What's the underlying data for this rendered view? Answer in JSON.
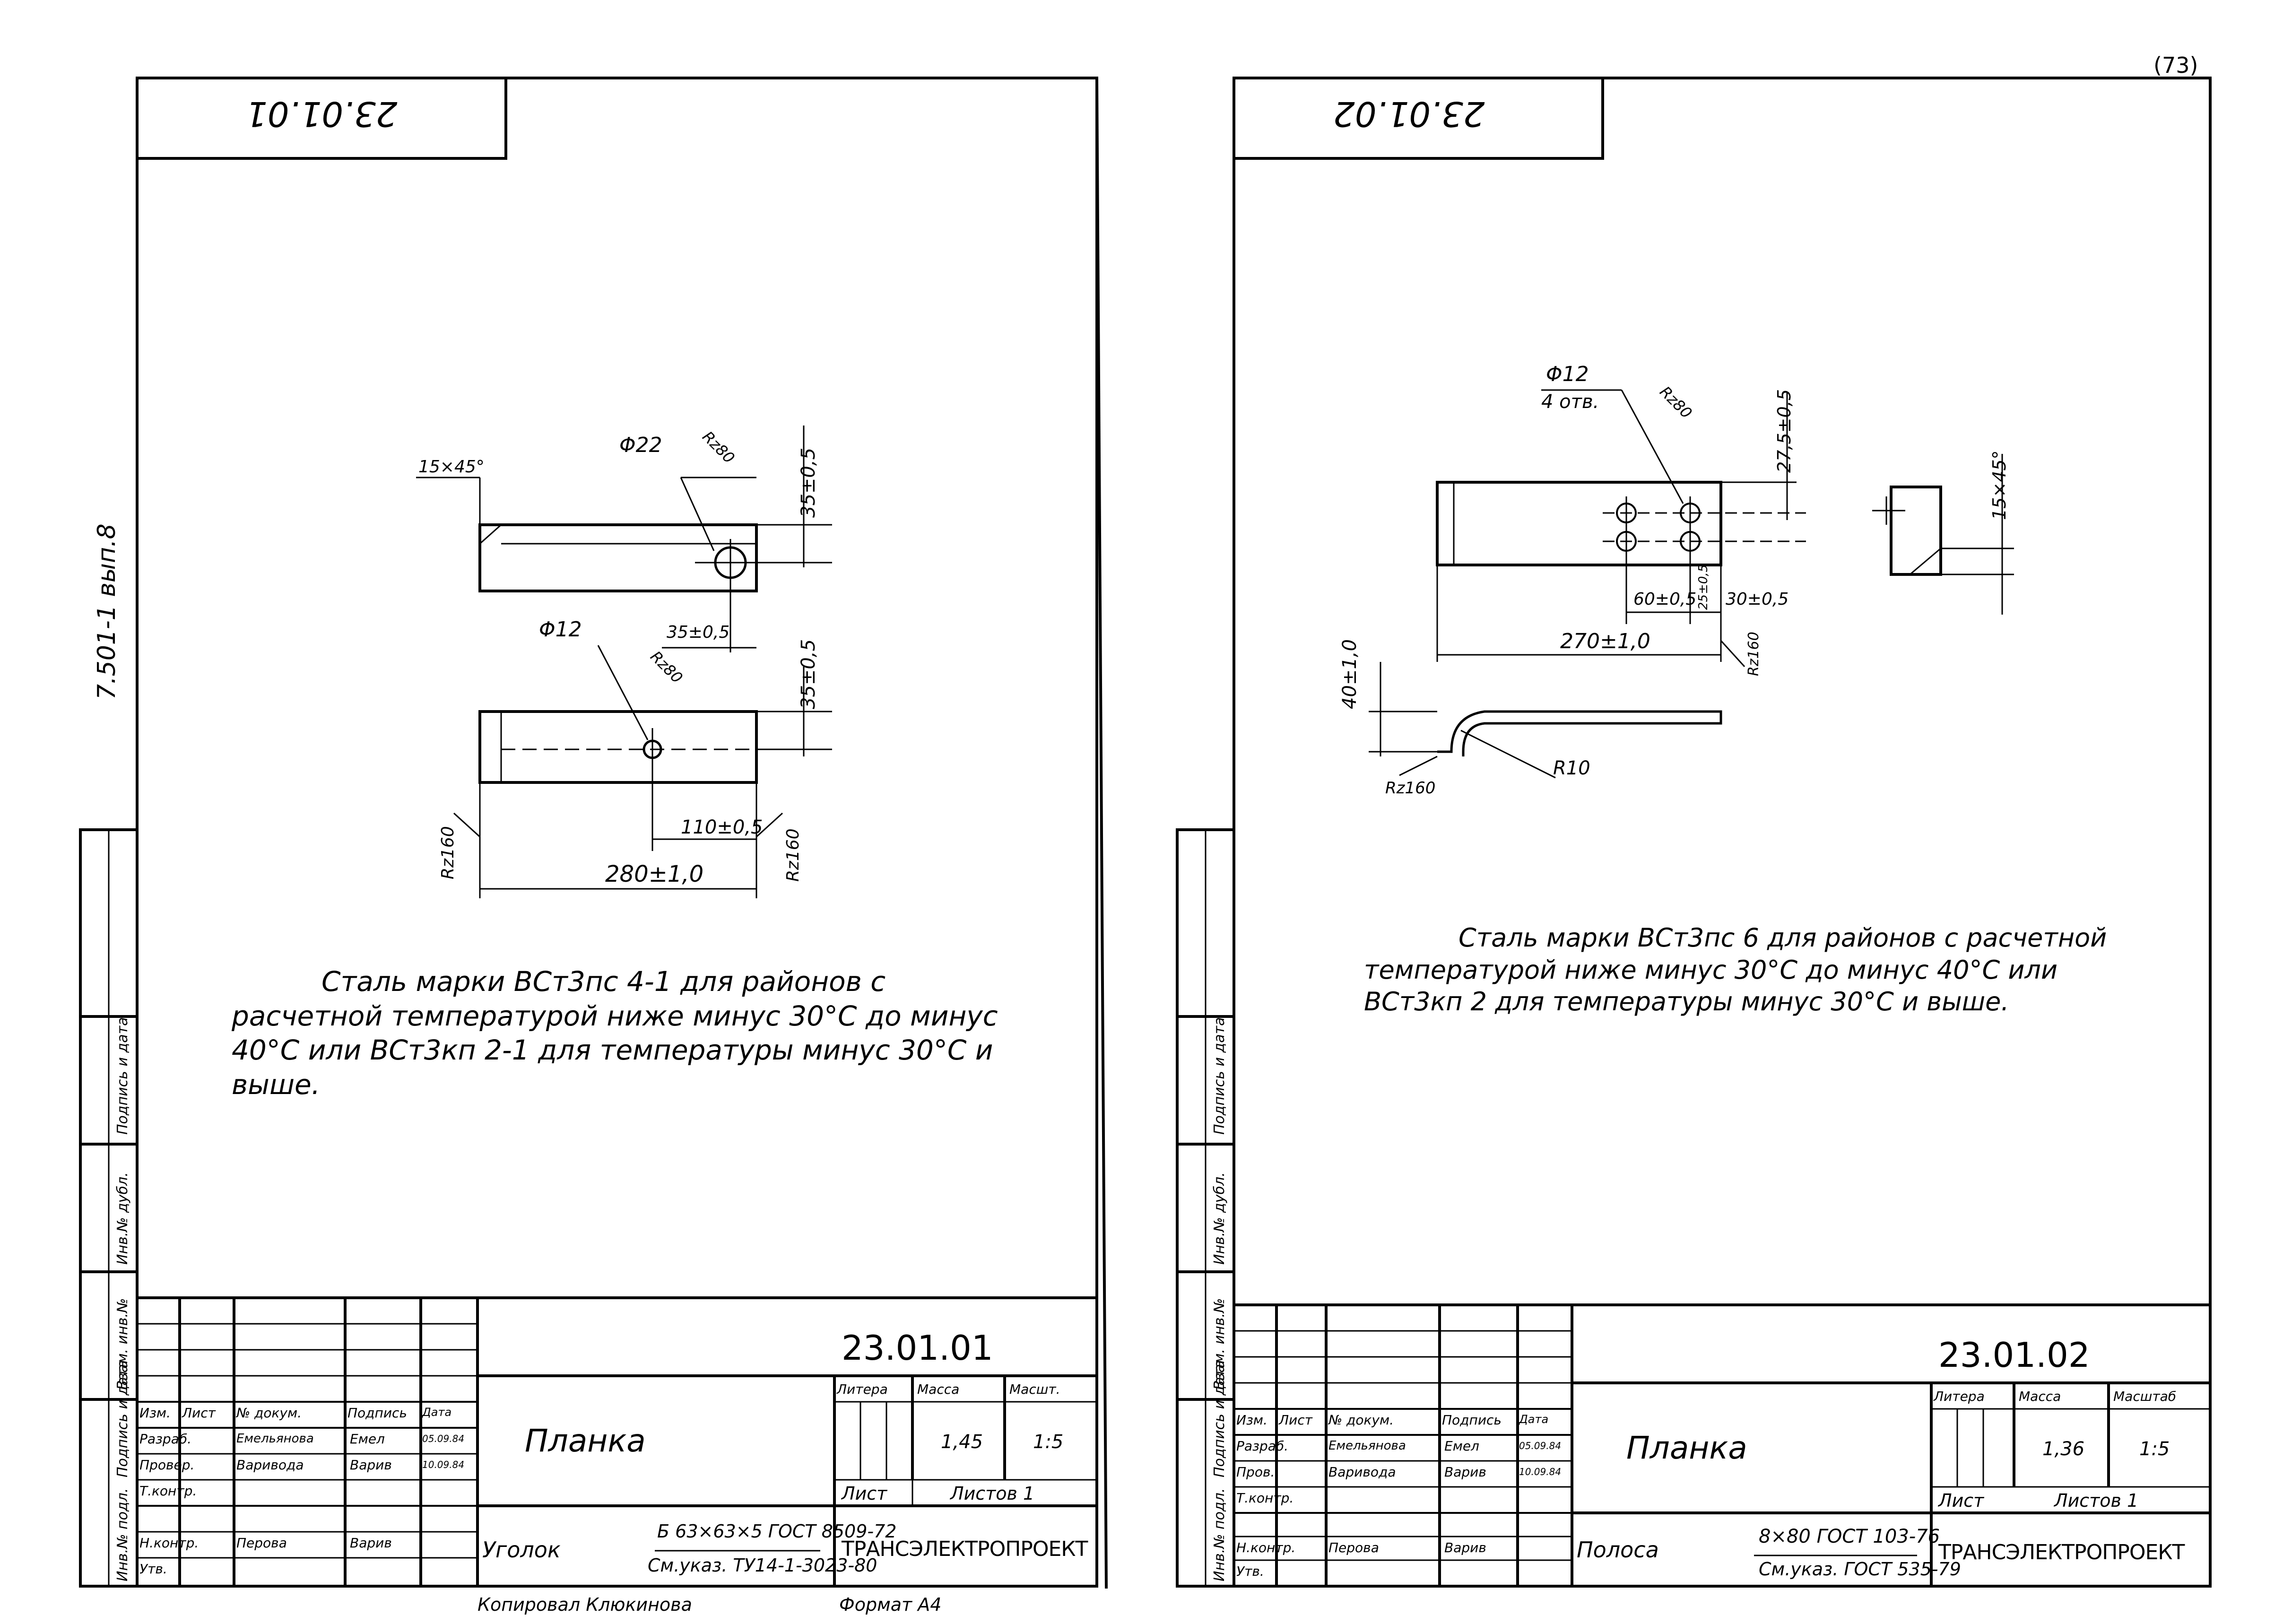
{
  "page_no": "(73)",
  "side_margin": {
    "text": "7.501-1 вып.8"
  },
  "sheets": [
    {
      "corner_code": "23.01.01",
      "drawing": {
        "chamfer": "15×45°",
        "hole_large": "Φ22",
        "hole_small": "Φ12",
        "rz_hole_top": "Rz80",
        "rz_hole_bottom": "Rz80",
        "dim_35_top": "35±0,5",
        "dim_35_horiz": "35±0,5",
        "dim_35_bottom": "35±0,5",
        "dim_110": "110±0,5",
        "dim_280": "280±1,0",
        "rz_left": "Rz160",
        "rz_right": "Rz160"
      },
      "note": "Сталь марки ВСт3пс 4-1 для районов с расчетной температурой ниже минус 30°С до минус 40°С или ВСт3кп 2-1 для температуры минус 30°С и выше.",
      "stamp": {
        "code": "23.01.01",
        "title": "Планка",
        "col_headers": [
          "Изм.",
          "Лист",
          "№ докум.",
          "Подпись",
          "Дата"
        ],
        "rows": [
          {
            "role": "Разраб.",
            "name": "Емельянова",
            "sign": "Емел",
            "date": "05.09.84"
          },
          {
            "role": "Провер.",
            "name": "Варивода",
            "sign": "Варив",
            "date": "10.09.84"
          },
          {
            "role": "Т.контр.",
            "name": "",
            "sign": "",
            "date": ""
          },
          {
            "role": "Н.контр.",
            "name": "Перова",
            "sign": "Варив",
            "date": ""
          },
          {
            "role": "Утв.",
            "name": "",
            "sign": "",
            "date": ""
          }
        ],
        "litera_label": "Литера",
        "mass_label": "Масса",
        "scale_label": "Масшт.",
        "mass": "1,45",
        "scale": "1:5",
        "sheet_label": "Лист",
        "sheets_label": "Листов 1",
        "material_prefix": "Уголок",
        "material_top": "Б 63×63×5 ГОСТ 8509-72",
        "material_bottom": "См.указ. ТУ14-1-3023-80",
        "org": "ТРАНСЭЛЕКТРОПРОЕКТ"
      },
      "bottom_left": "Копировал Клюкинова",
      "bottom_right": "Формат А4"
    },
    {
      "corner_code": "23.01.02",
      "drawing": {
        "hole": "Φ12",
        "holes_count": "4 отв.",
        "rz_hole": "Rz80",
        "dim_27": "27,5±0,5",
        "dim_chamfer": "15×45°",
        "dim_60": "60±0,5",
        "dim_25": "25±0,5",
        "dim_30": "30±0,5",
        "dim_270": "270±1,0",
        "rz_end": "Rz160",
        "dim_40": "40±1,0",
        "rz_bend": "Rz160",
        "radius": "R10"
      },
      "note": "Сталь марки ВСт3пс 6 для районов с расчетной температурой ниже минус 30°С до минус 40°С или ВСт3кп 2 для температуры минус 30°С и выше.",
      "stamp": {
        "code": "23.01.02",
        "title": "Планка",
        "col_headers": [
          "Изм.",
          "Лист",
          "№ докум.",
          "Подпись",
          "Дата"
        ],
        "rows": [
          {
            "role": "Разраб.",
            "name": "Емельянова",
            "sign": "Емел",
            "date": "05.09.84"
          },
          {
            "role": "Пров.",
            "name": "Варивода",
            "sign": "Варив",
            "date": "10.09.84"
          },
          {
            "role": "Т.контр.",
            "name": "",
            "sign": "",
            "date": ""
          },
          {
            "role": "Н.контр.",
            "name": "Перова",
            "sign": "Варив",
            "date": ""
          },
          {
            "role": "Утв.",
            "name": "",
            "sign": "",
            "date": ""
          }
        ],
        "litera_label": "Литера",
        "mass_label": "Масса",
        "scale_label": "Масштаб",
        "mass": "1,36",
        "scale": "1:5",
        "sheet_label": "Лист",
        "sheets_label": "Листов 1",
        "material_prefix": "Полоса",
        "material_top": "8×80 ГОСТ 103-76",
        "material_bottom": "См.указ. ГОСТ 535-79",
        "org": "ТРАНСЭЛЕКТРОПРОЕКТ"
      }
    }
  ],
  "side_strip_labels": [
    "Инв.№ подл.",
    "Подпись и дата",
    "Взам. инв.№",
    "Инв.№ дубл.",
    "Подпись и дата"
  ]
}
